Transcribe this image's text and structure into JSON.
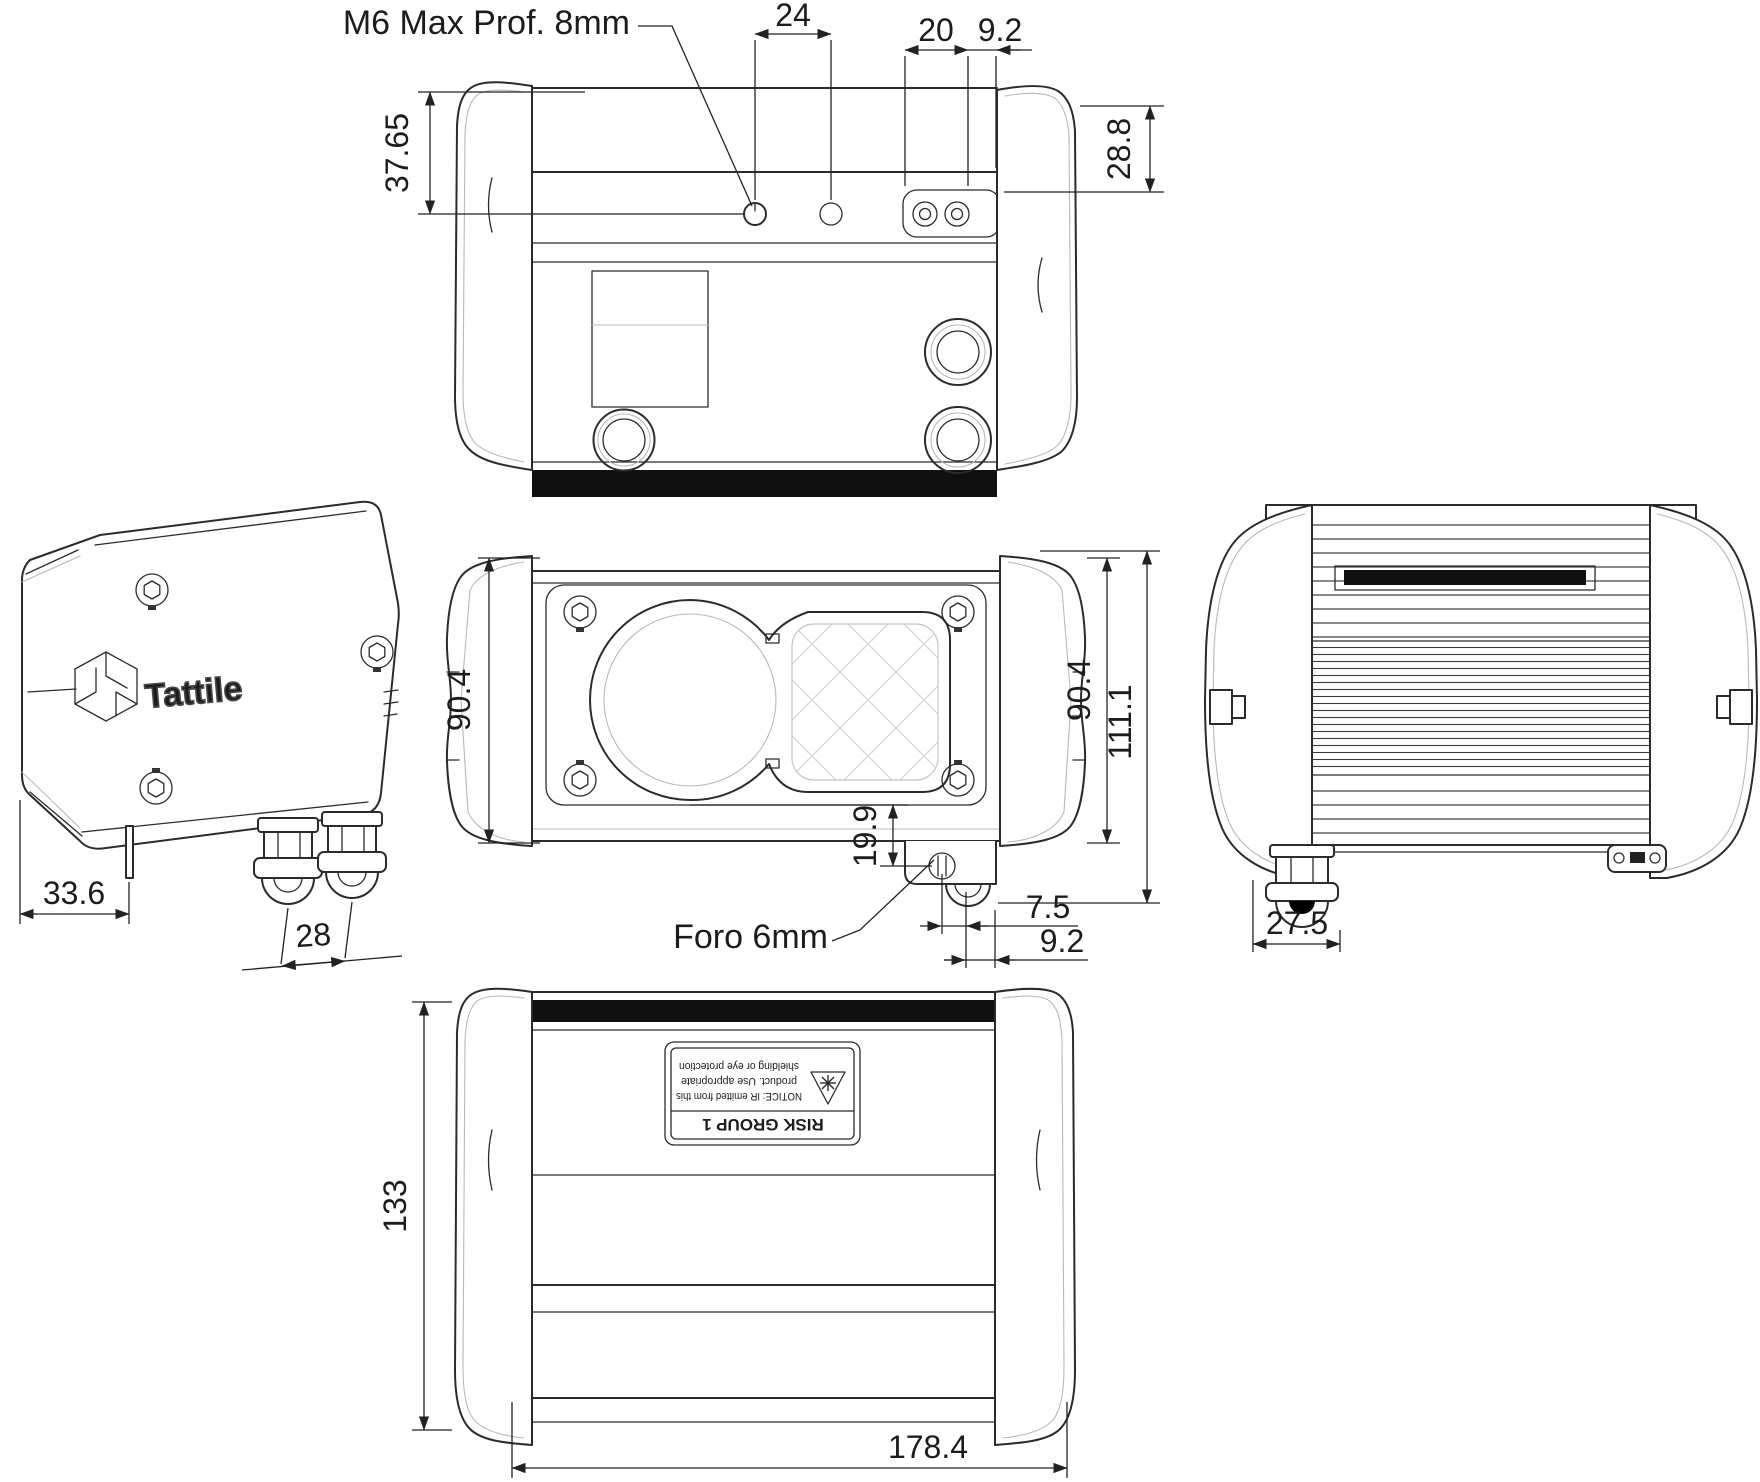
{
  "drawing": {
    "brand_logo": "Tattile",
    "callouts": {
      "m6_hole": "M6 Max Prof. 8mm",
      "visor_hole": "Foro 6mm"
    },
    "warning_label": {
      "risk_group": "RISK GROUP 1",
      "notice_line1": "NOTICE: IR emitted from this",
      "notice_line2": "product.  Use appropriate",
      "notice_line3": "shielding or eye protection"
    },
    "dimensions_mm": {
      "top_hole_spacing": "24",
      "top_bracket_width": "20",
      "top_bracket_edge": "9.2",
      "top_holes_depth": "37.65",
      "top_cap_depth": "28.8",
      "left_pin_offset": "33.6",
      "left_gland_spacing": "28",
      "front_body_height_left": "90.4",
      "front_body_height_right": "90.4",
      "front_overall_height": "111.1",
      "front_visor_drop": "19.9",
      "front_visor_hole_x": "7.5",
      "front_visor_hole_y": "9.2",
      "right_gland_width": "27.5",
      "bottom_body_depth": "133",
      "bottom_overall_length": "178.4"
    }
  }
}
